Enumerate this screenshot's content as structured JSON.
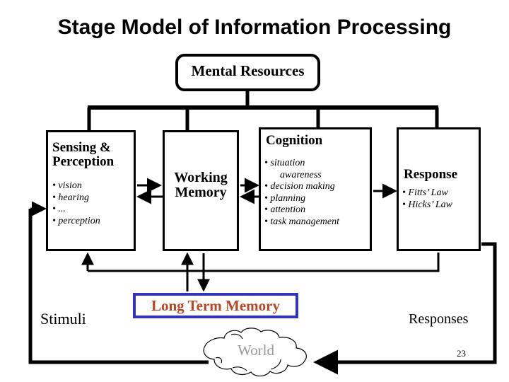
{
  "slide": {
    "title": "Stage Model of Information Processing",
    "page_number": "23"
  },
  "boxes": {
    "mental_resources": {
      "title": "Mental Resources"
    },
    "sensing": {
      "title": "Sensing &\nPerception",
      "title_line1": "Sensing &",
      "title_line2": "Perception",
      "bullets": [
        "• vision",
        "• hearing",
        "•  ...",
        "• perception"
      ]
    },
    "working_memory": {
      "title_line1": "Working",
      "title_line2": "Memory"
    },
    "cognition": {
      "title": "Cognition",
      "bullets": [
        "• situation",
        "awareness",
        "• decision making",
        "• planning",
        "• attention",
        "• task management"
      ]
    },
    "response": {
      "title": "Response",
      "bullets": [
        "• Fitts’ Law",
        "• Hicks’ Law"
      ]
    },
    "long_term_memory": {
      "title": "Long Term Memory"
    }
  },
  "labels": {
    "stimuli": "Stimuli",
    "responses": "Responses",
    "world": "World"
  },
  "colors": {
    "ltm_border": "#3333bb",
    "ltm_text": "#bb4422",
    "world_text": "#9a9a9a",
    "line": "#000000",
    "background": "#ffffff"
  }
}
